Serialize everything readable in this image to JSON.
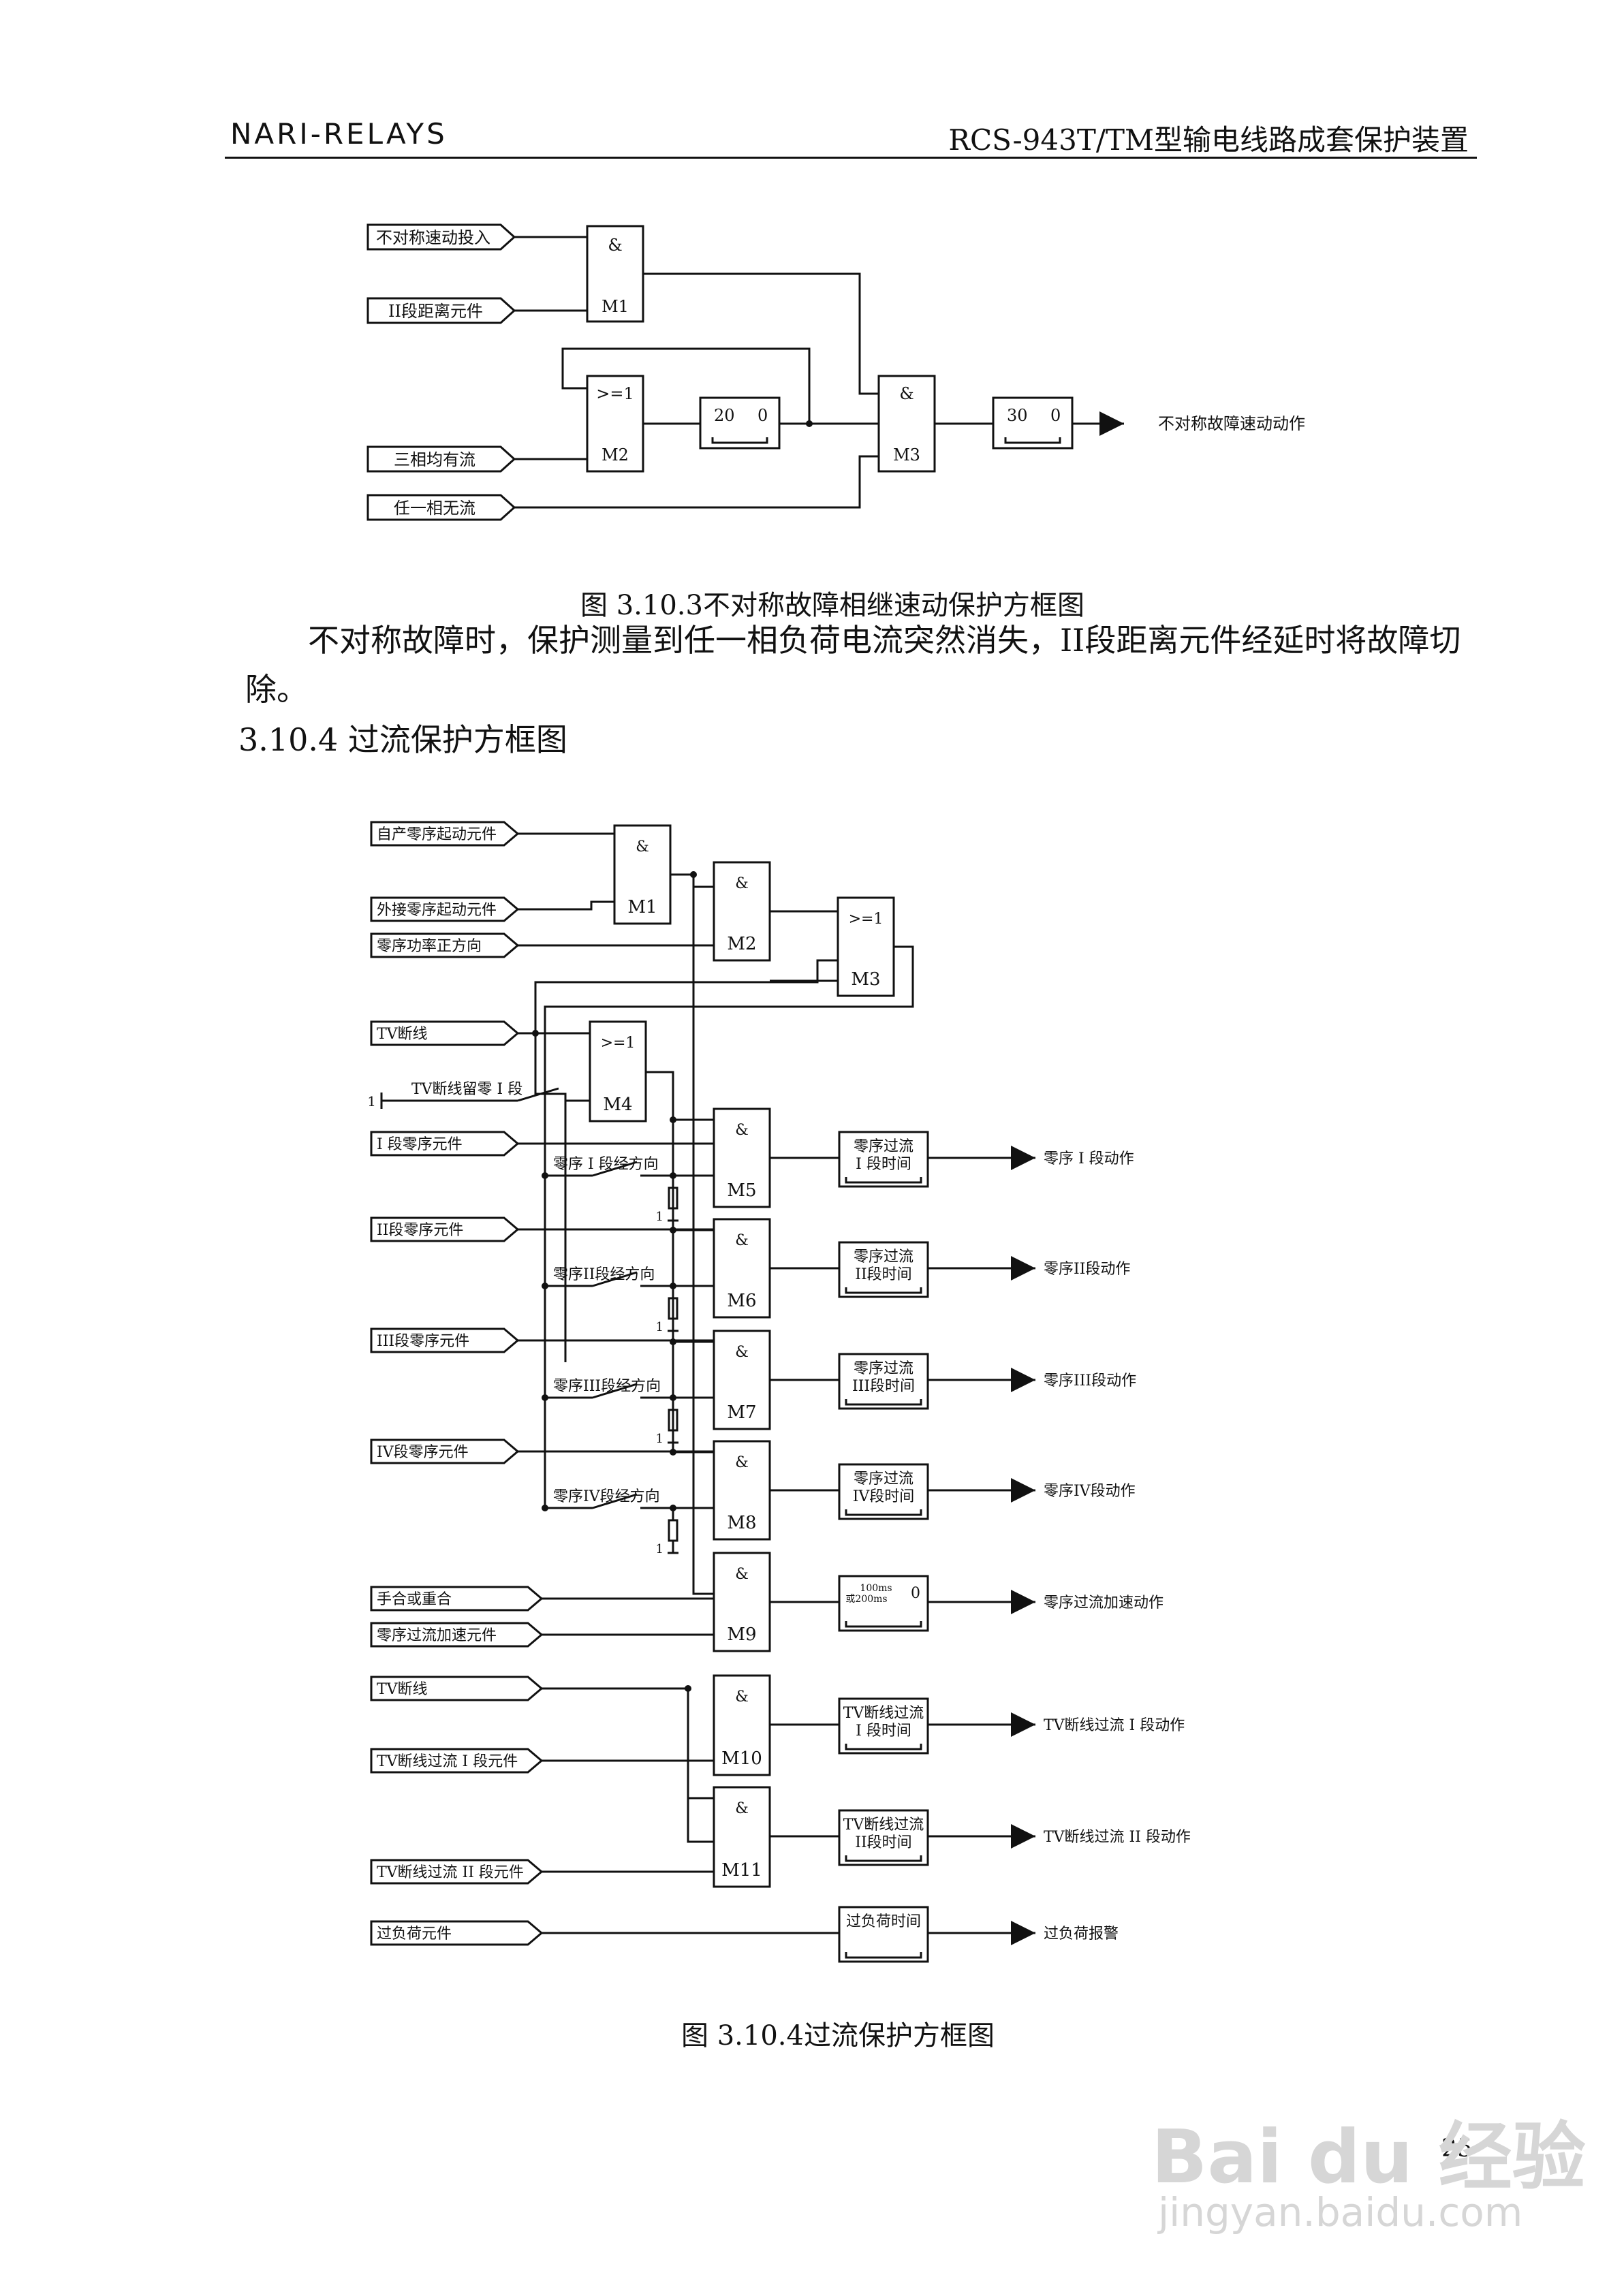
{
  "header": {
    "left": "NARI-RELAYS",
    "right": "RCS-943T/TM型输电线路成套保护装置"
  },
  "diagram1": {
    "inputs": [
      "不对称速动投入",
      "II段距离元件",
      "三相均有流",
      "任一相无流"
    ],
    "gates": [
      {
        "name": "M1",
        "op": "&"
      },
      {
        "name": "M2",
        "op": ">=1"
      },
      {
        "name": "M3",
        "op": "&"
      }
    ],
    "timer1": {
      "on": "20",
      "off": "0"
    },
    "timer2": {
      "on": "30",
      "off": "0"
    },
    "output": "不对称故障速动动作",
    "caption": "图 3.10.3不对称故障相继速动保护方框图"
  },
  "paragraph": "不对称故障时，保护测量到任一相负荷电流突然消失，II段距离元件经延时将故障切除。",
  "section_title": "3.10.4 过流保护方框图",
  "diagram2": {
    "inputs": [
      "自产零序起动元件",
      "外接零序起动元件",
      "零序功率正方向",
      "TV断线",
      "TV断线留零 I 段",
      "I 段零序元件",
      "II段零序元件",
      "III段零序元件",
      "IV段零序元件",
      "手合或重合",
      "零序过流加速元件",
      "TV断线",
      "TV断线过流 I 段元件",
      "TV断线过流 II 段元件",
      "过负荷元件"
    ],
    "direction_switches": [
      "零序 I 段经方向",
      "零序II段经方向",
      "零序III段经方向",
      "零序IV段经方向"
    ],
    "gates": [
      {
        "name": "M1",
        "op": "&"
      },
      {
        "name": "M2",
        "op": "&"
      },
      {
        "name": "M3",
        "op": ">=1"
      },
      {
        "name": "M4",
        "op": ">=1"
      },
      {
        "name": "M5",
        "op": "&"
      },
      {
        "name": "M6",
        "op": "&"
      },
      {
        "name": "M7",
        "op": "&"
      },
      {
        "name": "M8",
        "op": "&"
      },
      {
        "name": "M9",
        "op": "&"
      },
      {
        "name": "M10",
        "op": "&"
      },
      {
        "name": "M11",
        "op": "&"
      }
    ],
    "timers": [
      {
        "l1": "零序过流",
        "l2": "I 段时间"
      },
      {
        "l1": "零序过流",
        "l2": "II段时间"
      },
      {
        "l1": "零序过流",
        "l2": "III段时间"
      },
      {
        "l1": "零序过流",
        "l2": "IV段时间"
      },
      {
        "l1": "100ms",
        "l2": "或200ms",
        "off": "0"
      },
      {
        "l1": "TV断线过流",
        "l2": "I 段时间"
      },
      {
        "l1": "TV断线过流",
        "l2": "II段时间"
      },
      {
        "l1": "过负荷时间",
        "l2": ""
      }
    ],
    "outputs": [
      "零序 I 段动作",
      "零序II段动作",
      "零序III段动作",
      "零序IV段动作",
      "零序过流加速动作",
      "TV断线过流 I 段动作",
      "TV断线过流 II 段动作",
      "过负荷报警"
    ],
    "one_label": "1",
    "caption": "图 3.10.4过流保护方框图"
  },
  "page_number": "25",
  "watermark": {
    "brand": "Bai du 经验",
    "url": "jingyan.baidu.com"
  }
}
